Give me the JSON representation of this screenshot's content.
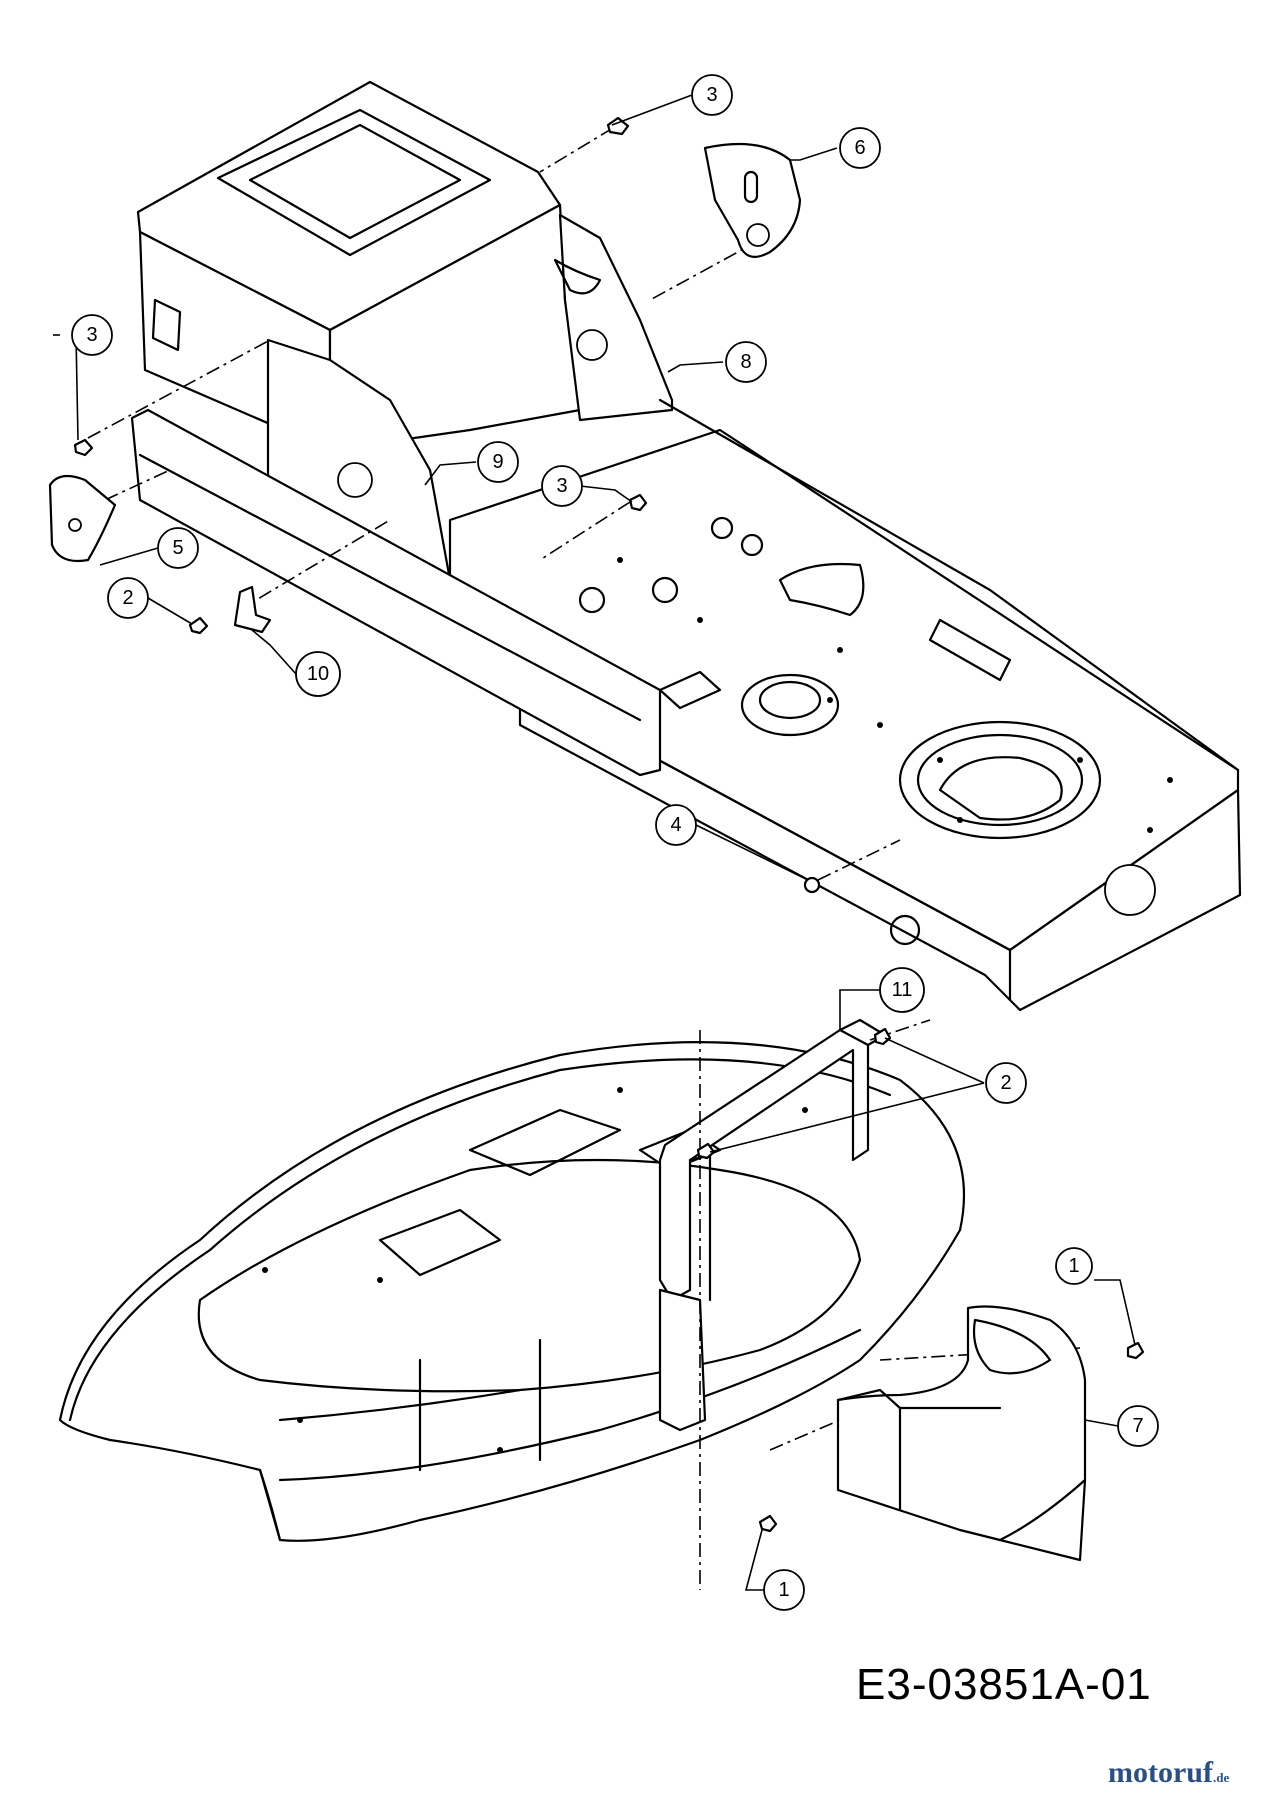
{
  "diagram": {
    "reference_code": "E3-03851A-01",
    "watermark": {
      "brand": "motoruf",
      "suffix": ".de"
    },
    "callouts": [
      {
        "label": "3"
      },
      {
        "label": "6"
      },
      {
        "label": "3"
      },
      {
        "label": "8"
      },
      {
        "label": "9"
      },
      {
        "label": "3"
      },
      {
        "label": "5"
      },
      {
        "label": "2"
      },
      {
        "label": "10"
      },
      {
        "label": "4"
      },
      {
        "label": "11"
      },
      {
        "label": "2"
      },
      {
        "label": "1"
      },
      {
        "label": "7"
      },
      {
        "label": "1"
      }
    ]
  }
}
